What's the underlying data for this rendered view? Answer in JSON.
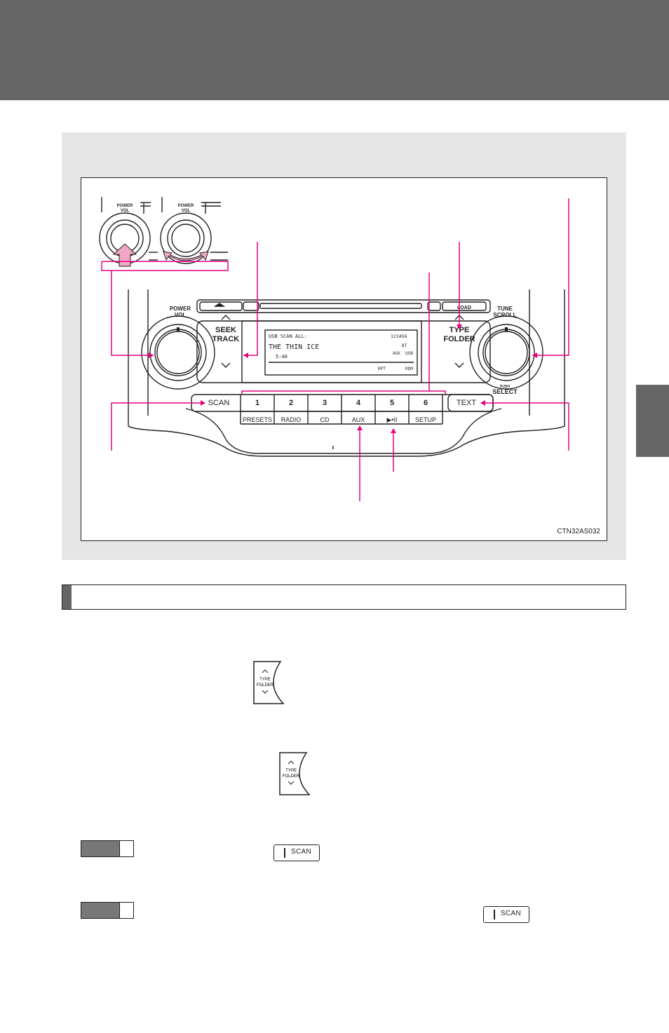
{
  "figure": {
    "code": "CTN32AS032",
    "knob_left_label_top": "POWER",
    "knob_left_label_bottom": "VOL",
    "knob_right_label_top": "TUNE",
    "knob_right_label_bottom": "SCROLL",
    "knob_right_push": "PUSH",
    "knob_right_select": "SELECT",
    "inset_label_top": "POWER",
    "inset_label_bottom": "VOL",
    "seek_label": "SEEK",
    "track_label": "TRACK",
    "type_label": "TYPE",
    "folder_label": "FOLDER",
    "load_label": "LOAD",
    "scan_label": "SCAN",
    "text_label": "TEXT",
    "preset_numbers": [
      "1",
      "2",
      "3",
      "4",
      "5",
      "6"
    ],
    "preset_sublabels": [
      "PRESETS",
      "RADIO",
      "CD",
      "AUX",
      "▶•II",
      "SETUP"
    ],
    "display": {
      "line1": "USB SCAN ALL:",
      "line2": "THE THIN ICE",
      "line3": "5:48",
      "preset_indicators": "123456",
      "bt_label": "BT",
      "aux_label": "AUX",
      "usb_label": "USB",
      "rpt_label": "RPT",
      "rdm_label": "RDM"
    }
  },
  "section": {
    "title": ""
  },
  "icons": {
    "type_folder_top": "TYPE",
    "type_folder_bottom": "FOLDER"
  },
  "scan_buttons": {
    "label": "SCAN"
  },
  "colors": {
    "header": "#666666",
    "accent": "#e5007e",
    "panel": "#e6e6e6"
  }
}
